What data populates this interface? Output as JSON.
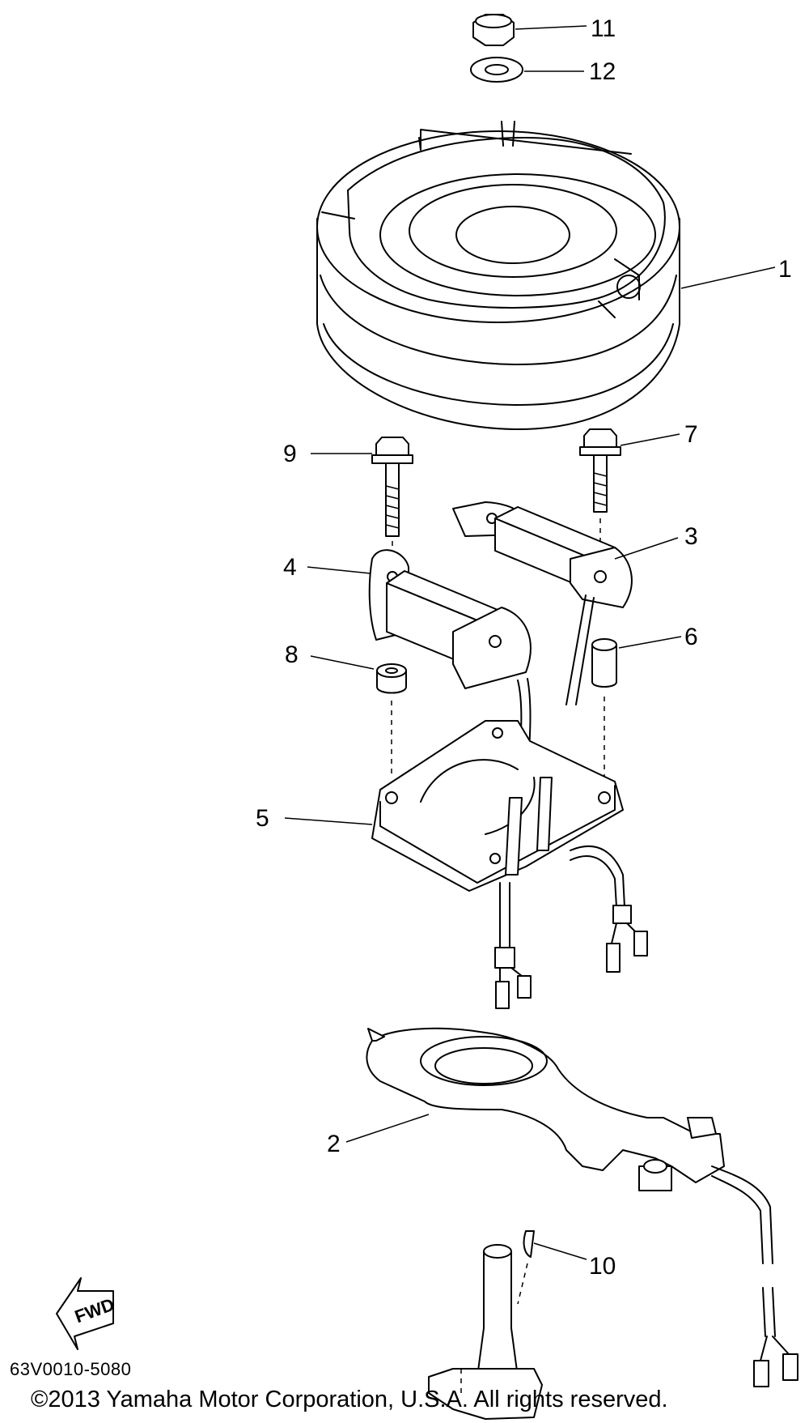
{
  "callouts": {
    "c1": "1",
    "c2": "2",
    "c3": "3",
    "c4": "4",
    "c5": "5",
    "c6": "6",
    "c7": "7",
    "c8": "8",
    "c9": "9",
    "c10": "10",
    "c11": "11",
    "c12": "12"
  },
  "fwd_label": "FWD",
  "diagram_code": "63V0010-5080",
  "copyright": "©2013 Yamaha Motor Corporation, U.S.A. All rights reserved."
}
